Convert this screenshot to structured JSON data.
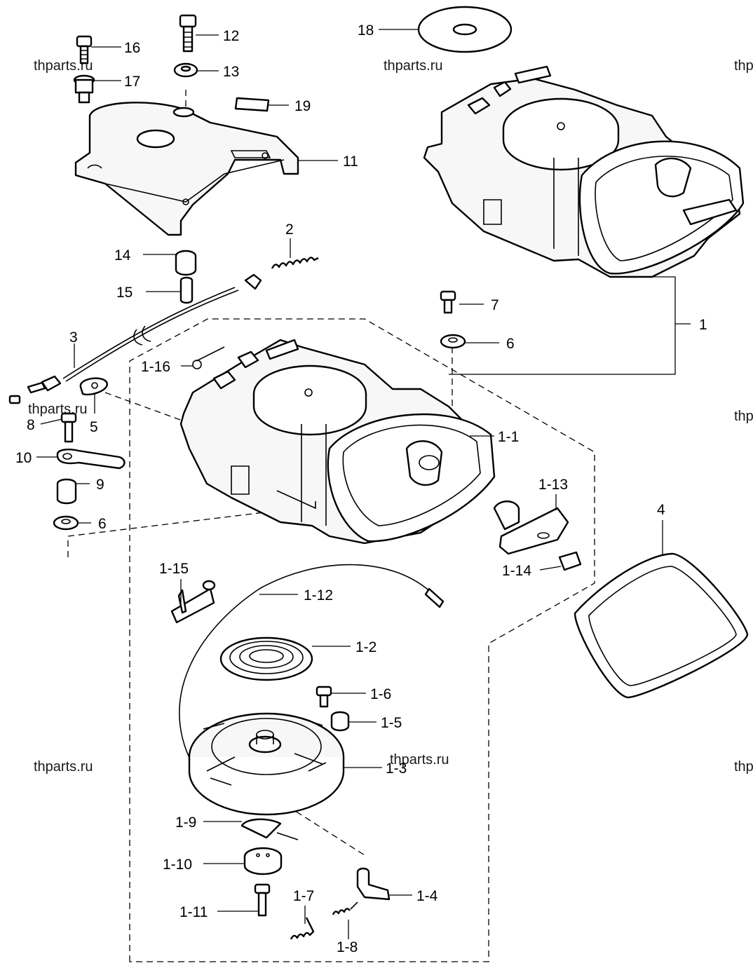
{
  "watermark": "thparts.ru",
  "callouts": {
    "c1": "1",
    "c2": "2",
    "c3": "3",
    "c4": "4",
    "c5": "5",
    "c6a": "6",
    "c6b": "6",
    "c7": "7",
    "c8": "8",
    "c9": "9",
    "c10": "10",
    "c11": "11",
    "c12": "12",
    "c13": "13",
    "c14": "14",
    "c15": "15",
    "c16": "16",
    "c17": "17",
    "c18": "18",
    "c19": "19",
    "s1": "1-1",
    "s2": "1-2",
    "s3": "1-3",
    "s4": "1-4",
    "s5": "1-5",
    "s6": "1-6",
    "s7": "1-7",
    "s8": "1-8",
    "s9": "1-9",
    "s10": "1-10",
    "s11": "1-11",
    "s12": "1-12",
    "s13": "1-13",
    "s14": "1-14",
    "s15": "1-15",
    "s16": "1-16"
  }
}
